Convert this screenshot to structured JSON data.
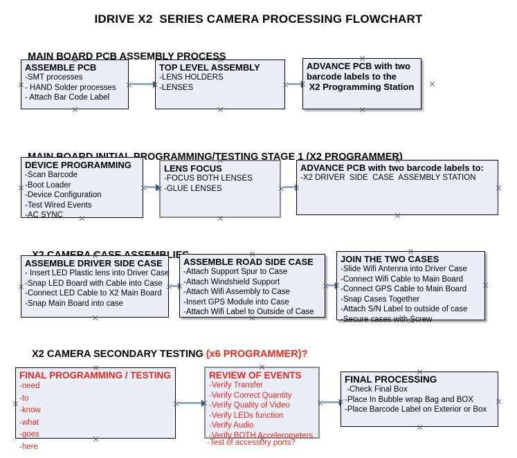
{
  "document": {
    "title": "IDRIVE X2  SERIES CAMERA PROCESSING FLOWCHART"
  },
  "sections": [
    {
      "id": "main-board-pcb-assembly",
      "heading": "MAIN BOARD PCB ASSEMBLY PROCESS",
      "heading_red_suffix": "",
      "nodes": [
        {
          "id": "assemble-pcb",
          "title": "ASSEMBLE PCB",
          "lines": [
            "-SMT processes",
            "- HAND Solder processes",
            "- Attach Bar Code Label"
          ],
          "color": "black"
        },
        {
          "id": "top-level-assembly",
          "title": "TOP LEVEL ASSEMBLY",
          "lines": [
            "-LENS HOLDERS",
            "-LENSES"
          ],
          "color": "black"
        },
        {
          "id": "advance-pcb-programming-station",
          "title": "ADVANCE PCB with two",
          "lines": [
            "barcode labels to the",
            " X2 Programming Station"
          ],
          "color": "black"
        }
      ]
    },
    {
      "id": "main-board-initial-programming",
      "heading": "MAIN BOARD INITIAL PROGRAMMING/TESTING STAGE 1 (X2 PROGRAMMER)",
      "heading_red_suffix": "",
      "nodes": [
        {
          "id": "device-programming",
          "title": "DEVICE PROGRAMMING",
          "lines": [
            "-Scan Barcode",
            "-Boot Loader",
            "-Device Configuration",
            "-Test Wired Events",
            "-AC SYNC"
          ],
          "color": "black"
        },
        {
          "id": "lens-focus",
          "title": "LENS FOCUS",
          "lines": [
            "-FOCUS BOTH LENSES",
            "-GLUE LENSES"
          ],
          "color": "black"
        },
        {
          "id": "advance-pcb-driver-side-case",
          "title": "ADVANCE PCB with two barcode labels to:",
          "lines": [
            "-X2 DRIVER  SIDE  CASE  ASSEMBLY STATION"
          ],
          "color": "black"
        }
      ]
    },
    {
      "id": "x2-camera-case-assemblies",
      "heading": "X2 CAMERA CASE ASSEMBLIES",
      "heading_red_suffix": "",
      "nodes": [
        {
          "id": "assemble-driver-side-case",
          "title": "ASSEMBLE DRIVER SIDE CASE",
          "lines": [
            "- Insert LED Plastic lens into Driver Case",
            "-Snap LED Board with Cable into Case",
            "-Connect LED Cable to X2 Main Board",
            "-Snap Main Board into case"
          ],
          "color": "black"
        },
        {
          "id": "assemble-road-side-case",
          "title": "ASSEMBLE ROAD SIDE CASE",
          "lines": [
            "-Attach Support Spur to Case",
            "-Attach Windshield Support",
            "-Attach Wifi Assembly to Case",
            "-Insert GPS Module into Case",
            "-Attach Wifi Label to Outside of Case"
          ],
          "color": "black"
        },
        {
          "id": "join-the-two-cases",
          "title": "JOIN THE TWO CASES",
          "lines": [
            "-Slide Wifi Antenna into Driver Case",
            "-Connect Wifi Cable to Main Board",
            "-Connect GPS Cable to Main Board",
            "-Snap Cases Together",
            "-Attach S/N Label to outside of case",
            "-Secure cases with Screw"
          ],
          "color": "black"
        }
      ]
    },
    {
      "id": "x2-camera-secondary-testing",
      "heading": "X2 CAMERA SECONDARY TESTING ",
      "heading_red_suffix": "(x6 PROGRAMMER)?",
      "nodes": [
        {
          "id": "final-programming-testing",
          "title": "FINAL PROGRAMMING / TESTING",
          "lines": [
            "-need",
            "-to",
            "-know",
            "-what",
            "-goes",
            "-here"
          ],
          "color": "red"
        },
        {
          "id": "review-of-events",
          "title": "REVIEW OF EVENTS",
          "lines": [
            "-Verify Transfer",
            "-Verify Correct Quantity",
            "-Verify Quality of Video",
            "-Verify LEDs function",
            "-Verify Audio",
            "-Verify BOTH Accelerometers"
          ],
          "overflow_line": "-Test of accessory ports?",
          "color": "red"
        },
        {
          "id": "final-processing",
          "title": "FINAL PROCESSING",
          "lines": [
            " -Check Final Box",
            "-Place In Bubble wrap Bag and BOX",
            "-Place Barcode Label on Exterior or Box"
          ],
          "color": "black"
        }
      ]
    }
  ],
  "palette": {
    "node_fill": "#e9eef7",
    "node_border": "#000000",
    "node_border_gray": "#8a8a8a",
    "arrow_line": "#8fabc4",
    "arrow_head": "#2d5b9e",
    "red_text": "#e8261c",
    "black_text": "#000000",
    "background": "#ffffff"
  }
}
